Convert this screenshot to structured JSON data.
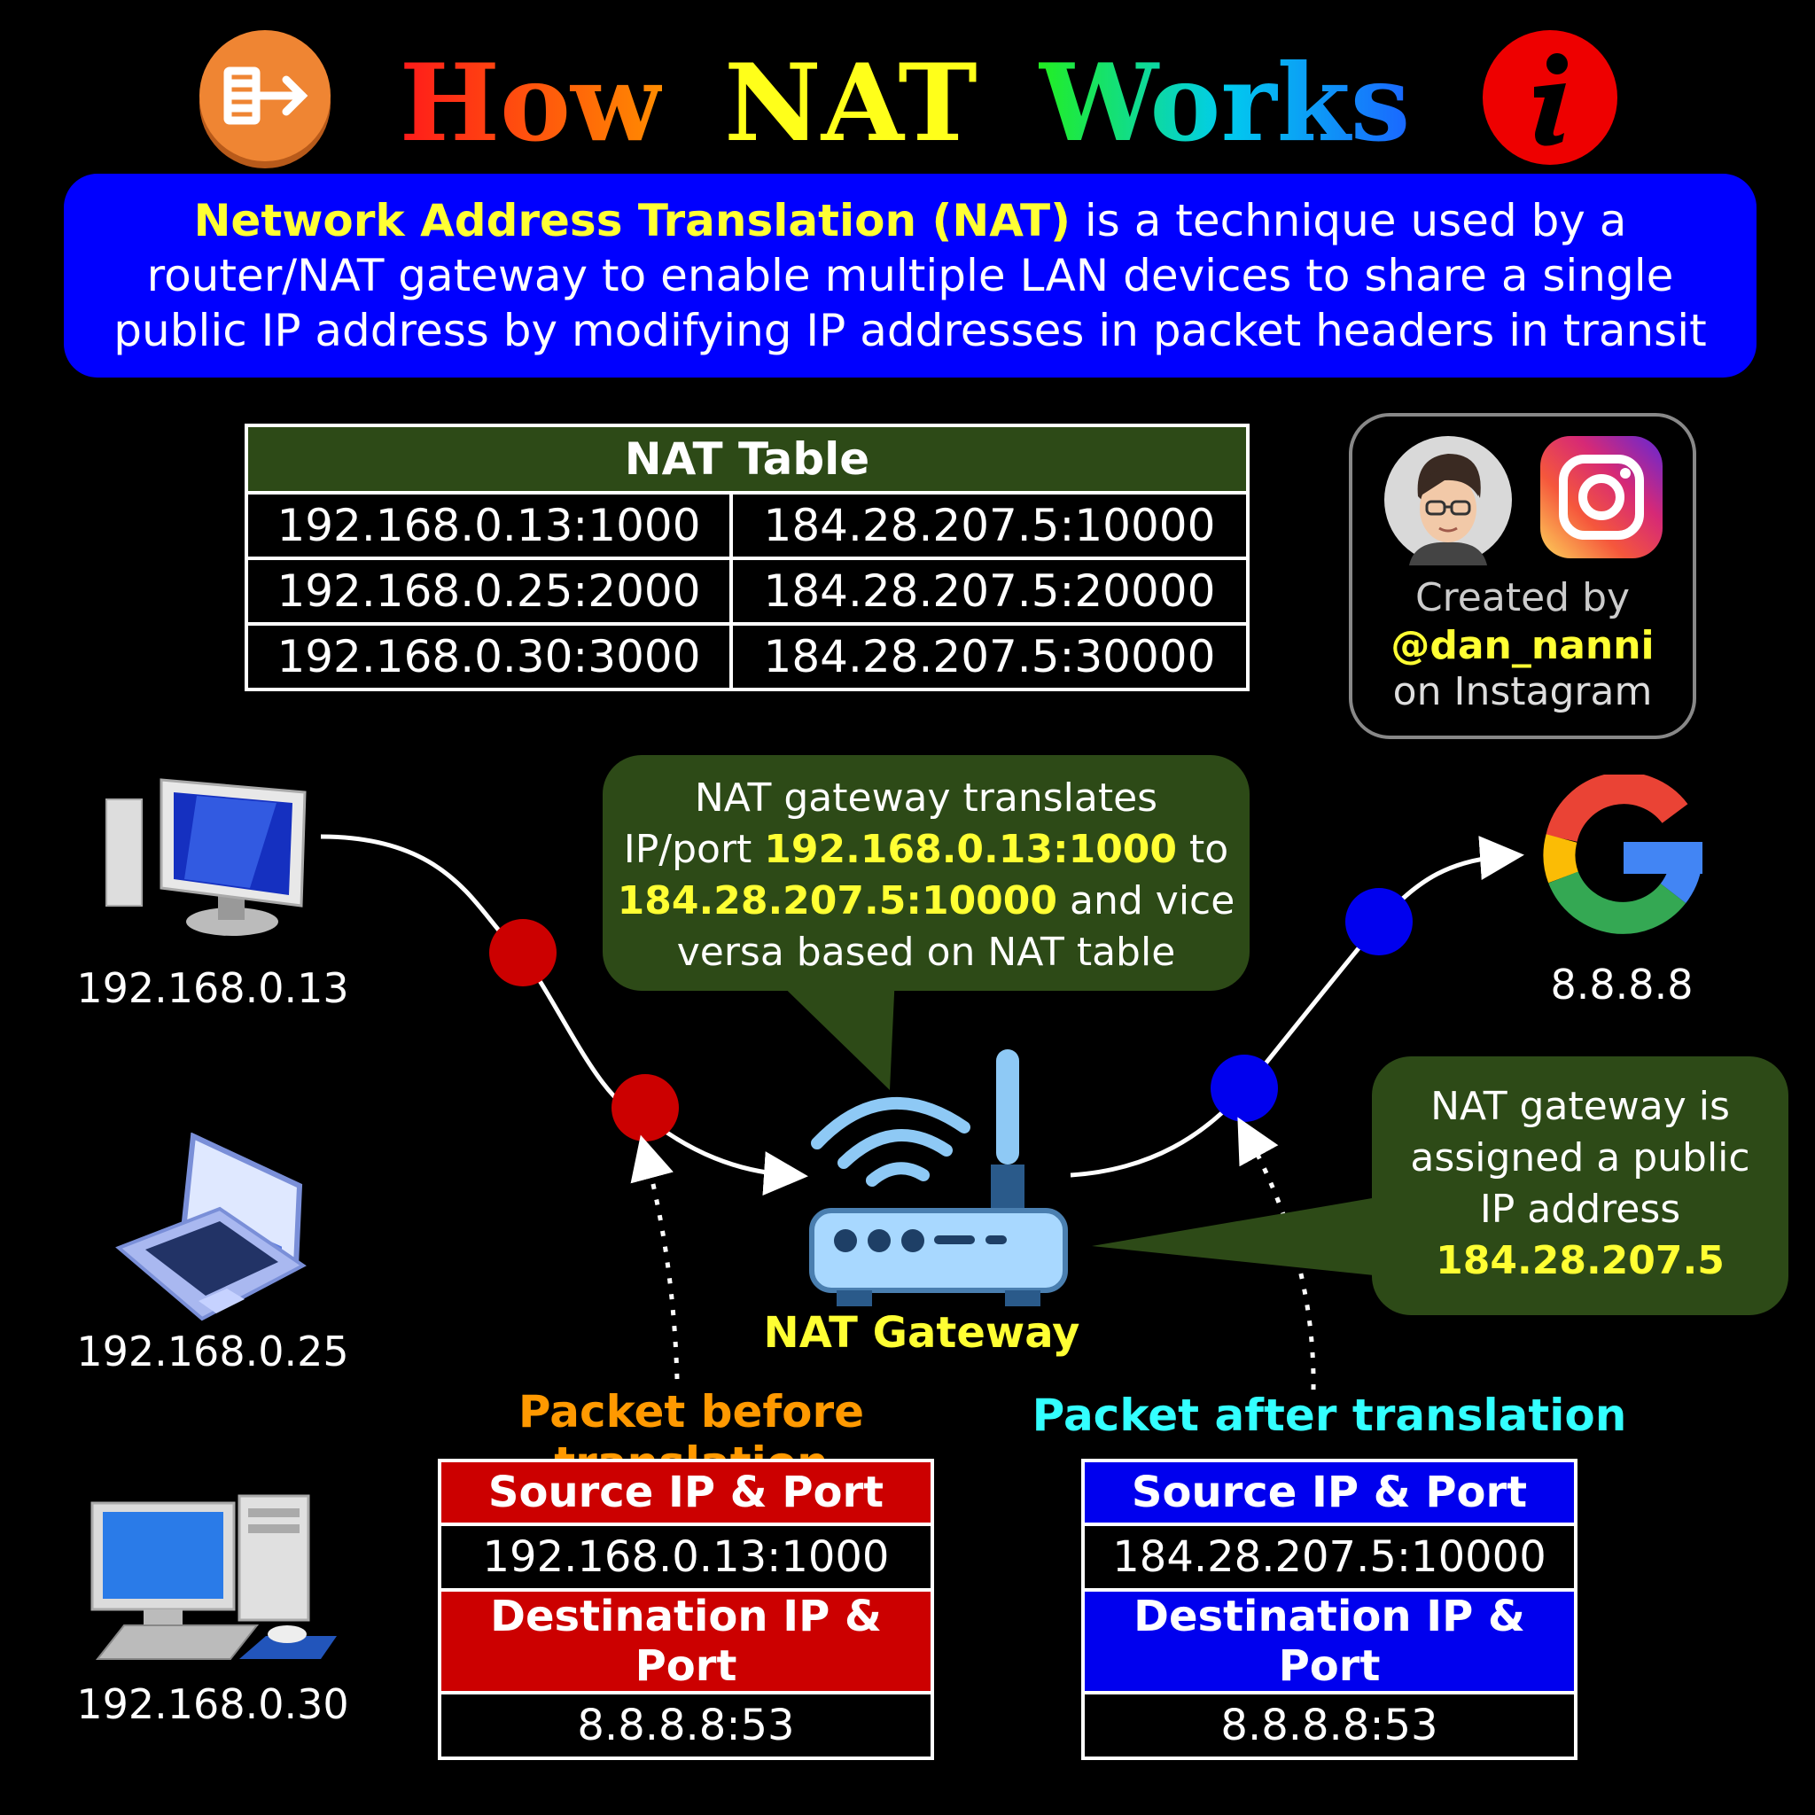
{
  "title": {
    "w1": "How",
    "w2": "NAT",
    "w3": "Works"
  },
  "description": {
    "bold": "Network Address Translation (NAT)",
    "rest": " is a technique used by a router/NAT gateway to enable multiple LAN devices to share a single public IP address by modifying IP addresses in packet headers in transit"
  },
  "nat_table": {
    "title": "NAT Table",
    "rows": [
      [
        "192.168.0.13:1000",
        "184.28.207.5:10000"
      ],
      [
        "192.168.0.25:2000",
        "184.28.207.5:20000"
      ],
      [
        "192.168.0.30:3000",
        "184.28.207.5:30000"
      ]
    ]
  },
  "credit": {
    "line1": "Created by",
    "handle": "@dan_nanni",
    "line3": "on Instagram"
  },
  "bubble_top": {
    "l1": "NAT gateway translates",
    "l2a": "IP/port ",
    "l2b": "192.168.0.13:1000",
    "l2c": " to",
    "l3a": "184.28.207.5:10000",
    "l3b": " and vice",
    "l4": "versa based on NAT table"
  },
  "bubble_right": {
    "l1": "NAT gateway is",
    "l2": "assigned a public",
    "l3": "IP address",
    "l4": "184.28.207.5"
  },
  "hosts": [
    "192.168.0.13",
    "192.168.0.25",
    "192.168.0.30"
  ],
  "server_ip": "8.8.8.8",
  "gateway_label": "NAT Gateway",
  "before": {
    "caption": "Packet before translation",
    "src_label": "Source IP & Port",
    "src": "192.168.0.13:1000",
    "dst_label": "Destination IP & Port",
    "dst": "8.8.8.8:53"
  },
  "after": {
    "caption": "Packet after translation",
    "src_label": "Source IP & Port",
    "src": "184.28.207.5:10000",
    "dst_label": "Destination IP & Port",
    "dst": "8.8.8.8:53"
  },
  "colors": {
    "desc_bg": "#0000ff",
    "table_head": "#2d4a17",
    "red": "#cc0000",
    "blue": "#0000ee",
    "yellow": "#ffff33",
    "orange": "#ff9900",
    "cyan": "#33ffff"
  }
}
